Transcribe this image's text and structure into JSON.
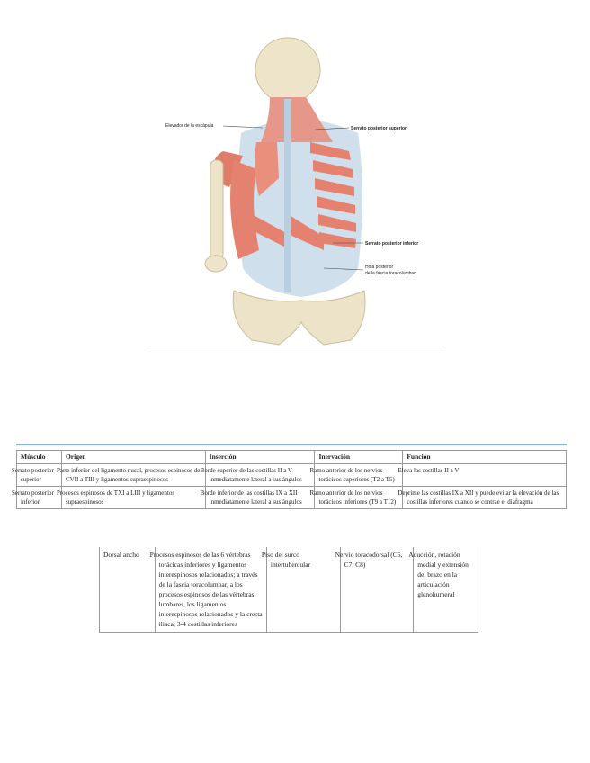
{
  "figure": {
    "labels": {
      "levator": "Elevador de la escápula",
      "serratus_sup": "Serrato posterior superior",
      "serratus_inf": "Serrato posterior inferior",
      "fascia_line1": "Hoja posterior",
      "fascia_line2": "de la fascia toracolumbar"
    }
  },
  "table1": {
    "headers": [
      "Músculo",
      "Origen",
      "Inserción",
      "Inervación",
      "Función"
    ],
    "rows": [
      {
        "muscle": "Serrato posterior superior",
        "origin": "Parte inferior del ligamento nucal, procesos espinosos de CVII a TIII y ligamentos supraespinosos",
        "insertion": "Borde superior de las costillas II a V inmediatamente lateral a sus ángulos",
        "innervation": "Ramo anterior de los nervios torácicos superiores (T2 a T5)",
        "function": "Eleva las costillas II a V"
      },
      {
        "muscle": "Serrato posterior inferior",
        "origin": "Procesos espinosos de TXI a LIII y ligamentos supraespinosos",
        "insertion": "Borde inferior de las costillas IX a XII inmediatamente lateral a sus ángulos",
        "innervation": "Ramo anterior de los nervios torácicos inferiores (T9 a T12)",
        "function": "Deprime las costillas IX a XII y puede evitar la elevación de las costillas inferiores cuando se contrae el diafragma"
      }
    ]
  },
  "table2": {
    "row": {
      "muscle": "Dorsal ancho",
      "origin": "Procesos espinosos de las 6 vértebras torácicas inferiores y ligamentos interespinosos relacionados; a través de la fascia toracolumbar, a los procesos espinosos de las vértebras lumbares, los ligamentos interespinosos relacionados y la cresta iliaca; 3-4 costillas inferiores",
      "insertion": "Piso del surco intertubercular",
      "innervation": "Nervio toracodorsal (C6, C7, C8)",
      "function": "Aducción, rotación medial y extensión del brazo en la articulación glenohumeral"
    }
  }
}
